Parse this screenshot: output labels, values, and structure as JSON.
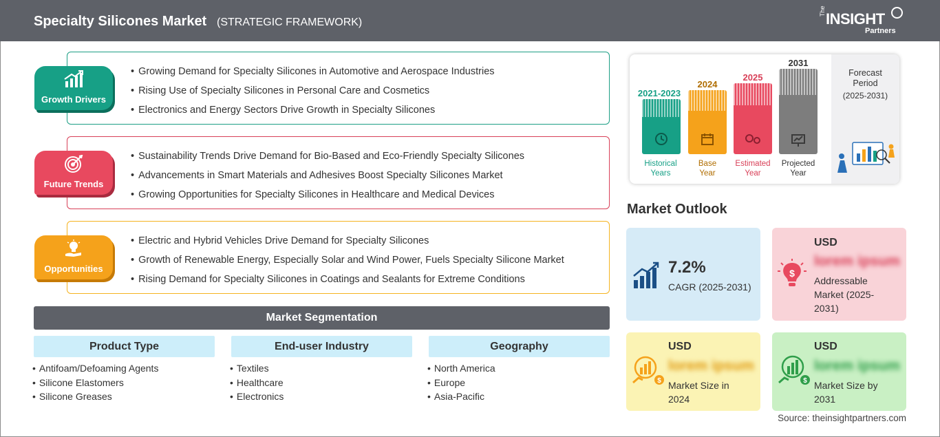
{
  "header": {
    "title": "Specialty Silicones Market",
    "subtitle": "(STRATEGIC FRAMEWORK)",
    "logo_the": "The",
    "logo_main": "INSIGHT",
    "logo_sub": "Partners"
  },
  "framework": {
    "growth_drivers": {
      "label": "Growth Drivers",
      "icon": "bar-chart-rising-icon",
      "color": "#17a086",
      "items": [
        "Growing Demand for Specialty Silicones in Automotive and Aerospace Industries",
        "Rising Use of Specialty Silicones in Personal Care and Cosmetics",
        "Electronics and Energy Sectors Drive Growth in Specialty Silicones"
      ]
    },
    "future_trends": {
      "label": "Future Trends",
      "icon": "target-icon",
      "color": "#e8495f",
      "items": [
        "Sustainability Trends Drive Demand for Bio-Based and Eco-Friendly Specialty Silicones",
        "Advancements in Smart Materials and Adhesives Boost Specialty Silicones Market",
        "Growing Opportunities for Specialty Silicones in Healthcare and Medical Devices"
      ]
    },
    "opportunities": {
      "label": "Opportunities",
      "icon": "lightbulb-hand-icon",
      "color": "#f5a21b",
      "items": [
        "Electric and Hybrid Vehicles Drive Demand for Specialty Silicones",
        "Growth of Renewable Energy, Especially Solar and Wind Power, Fuels Specialty Silicone Market",
        "Rising Demand for Specialty Silicones in Coatings and Sealants for Extreme Conditions"
      ]
    }
  },
  "segmentation": {
    "title": "Market Segmentation",
    "columns": [
      {
        "heading": "Product Type",
        "items": [
          "Antifoam/Defoaming Agents",
          "Silicone Elastomers",
          "Silicone Greases"
        ]
      },
      {
        "heading": "End-user Industry",
        "items": [
          "Textiles",
          "Healthcare",
          "Electronics"
        ]
      },
      {
        "heading": "Geography",
        "items": [
          "North America",
          "Europe",
          "Asia-Pacific"
        ]
      }
    ]
  },
  "timeline": {
    "periods": [
      {
        "year": "2021-2023",
        "label_line1": "Historical",
        "label_line2": "Years",
        "color": "#17a086",
        "icon": "clock-history-icon"
      },
      {
        "year": "2024",
        "label_line1": "Base",
        "label_line2": "Year",
        "color": "#f5a21b",
        "icon": "calendar-icon"
      },
      {
        "year": "2025",
        "label_line1": "Estimated",
        "label_line2": "Year",
        "color": "#e8495f",
        "icon": "gears-icon"
      },
      {
        "year": "2031",
        "label_line1": "Projected",
        "label_line2": "Year",
        "color": "#7d7d7d",
        "icon": "presentation-chart-icon"
      }
    ],
    "forecast_title": "Forecast Period",
    "forecast_range": "(2025-2031)"
  },
  "outlook": {
    "title": "Market Outlook",
    "cagr": {
      "value": "7.2%",
      "label": "CAGR (2025-2031)",
      "bg": "#d6ebf7",
      "icon": "growth-chart-icon"
    },
    "addressable": {
      "usd": "USD",
      "value": "lorem ipsum",
      "label": "Addressable Market (2025-2031)",
      "bg": "#f9d3d8",
      "icon": "dollar-bulb-icon"
    },
    "size_2024": {
      "usd": "USD",
      "value": "lorem ipsum",
      "label": "Market Size in 2024",
      "bg": "#fbf3b4",
      "icon": "money-chart-icon"
    },
    "size_2031": {
      "usd": "USD",
      "value": "lorem ipsum",
      "label": "Market Size by 2031",
      "bg": "#c9f0c4",
      "icon": "money-growth-icon"
    }
  },
  "source": "Source: theinsightpartners.com"
}
